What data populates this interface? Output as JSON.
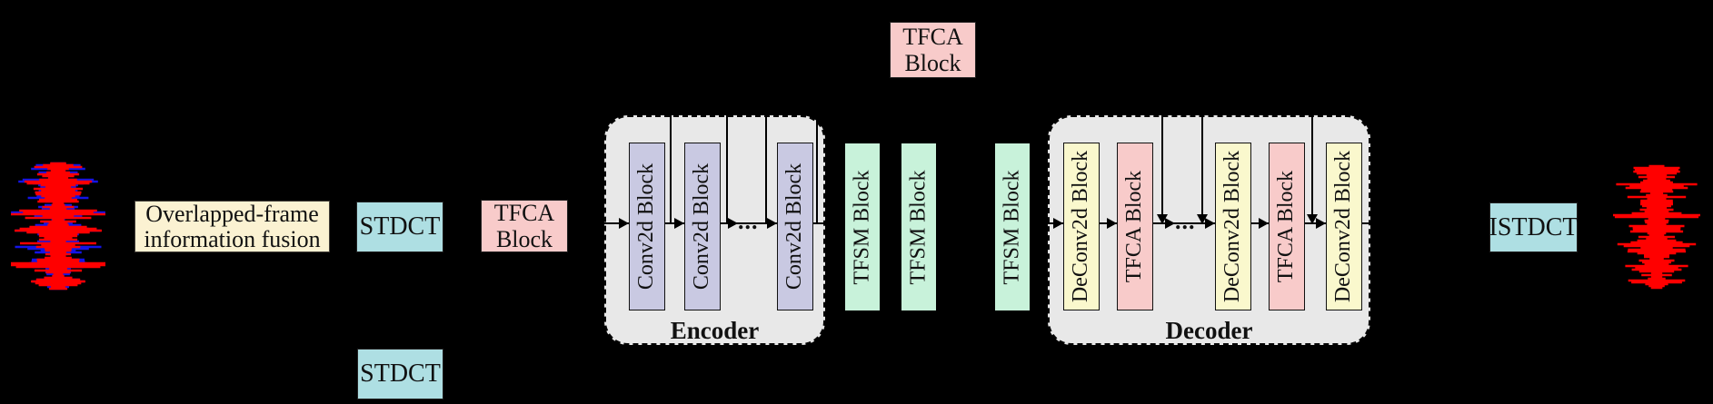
{
  "palette": {
    "background": "#000000",
    "container_fill": "#e8e8e8",
    "fusion_fill": "#fbf2d2",
    "stdct_fill": "#aedfe3",
    "tfca_fill": "#f8cbca",
    "conv_fill": "#c9c9e2",
    "tfsm_fill": "#c8f2da",
    "deconv_fill": "#faf8cd",
    "line_color": "#000000",
    "wave_red": "#ff0000",
    "wave_blue": "#1414e6"
  },
  "nodes": {
    "fusion": {
      "line1": "Overlapped-frame",
      "line2": "information fusion"
    },
    "stdct_top": {
      "label": "STDCT"
    },
    "stdct_bottom": {
      "label": "STDCT"
    },
    "tfca_input": {
      "line1": "TFCA",
      "line2": "Block"
    },
    "tfca_top": {
      "line1": "TFCA",
      "line2": "Block"
    },
    "istdct": {
      "label": "ISTDCT"
    }
  },
  "encoder": {
    "title": "Encoder",
    "blocks": [
      "Conv2d Block",
      "Conv2d Block",
      "Conv2d Block"
    ],
    "ellipsis": "..."
  },
  "tfsm": {
    "labels": [
      "TFSM Block",
      "TFSM Block",
      "TFSM Block"
    ]
  },
  "decoder": {
    "title": "Decoder",
    "blocks": [
      "DeConv2d Block",
      "TFCA Block",
      "DeConv2d Block",
      "TFCA Block",
      "DeConv2d Block"
    ],
    "block_types": [
      "deconv",
      "tfca",
      "deconv",
      "tfca",
      "deconv"
    ],
    "ellipsis": "..."
  },
  "waveforms": {
    "left": "noisy-speech-waveform",
    "right": "enhanced-speech-waveform"
  }
}
